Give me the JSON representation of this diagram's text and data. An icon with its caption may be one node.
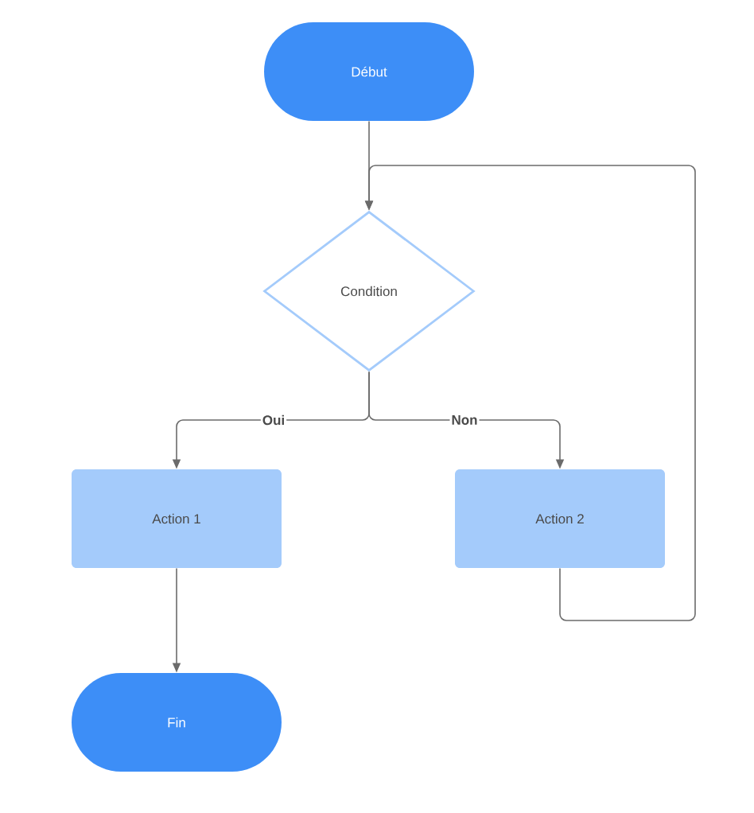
{
  "diagram": {
    "nodes": [
      {
        "text": [
          "Début"
        ]
      },
      {
        "text": [
          "Condition"
        ]
      },
      {
        "text": [
          "Action 1"
        ]
      },
      {
        "text": [
          "Action  2"
        ]
      },
      {
        "text": [
          "Fin"
        ]
      }
    ],
    "edges": [
      {
        "from": 0,
        "to": 1,
        "arrow": "to"
      },
      {
        "from": 1,
        "to": 2,
        "arrow": "to",
        "label": "Oui"
      },
      {
        "from": 1,
        "to": 3,
        "arrow": "to",
        "label": "Non"
      },
      {
        "from": 3,
        "to": 1,
        "arrow": "to"
      },
      {
        "from": 2,
        "to": 4,
        "arrow": "to"
      }
    ]
  }
}
